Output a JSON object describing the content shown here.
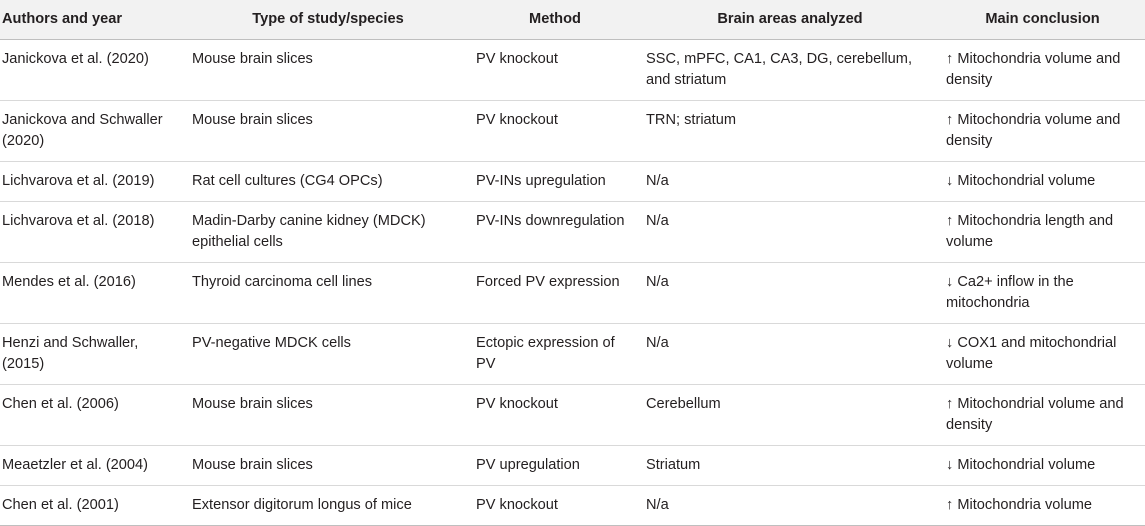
{
  "headers": [
    "Authors and year",
    "Type of study/species",
    "Method",
    "Brain areas analyzed",
    "Main conclusion"
  ],
  "rows": [
    [
      "Janickova et al. (2020)",
      "Mouse brain slices",
      "PV knockout",
      "SSC, mPFC, CA1, CA3, DG, cerebellum, and striatum",
      "↑ Mitochondria volume and density"
    ],
    [
      "Janickova and Schwaller (2020)",
      "Mouse brain slices",
      "PV knockout",
      "TRN; striatum",
      "↑ Mitochondria volume and density"
    ],
    [
      "Lichvarova et al. (2019)",
      "Rat cell cultures (CG4 OPCs)",
      "PV-INs upregulation",
      "N/a",
      "↓ Mitochondrial volume"
    ],
    [
      "Lichvarova et al. (2018)",
      "Madin-Darby canine kidney (MDCK) epithelial cells",
      "PV-INs downregulation",
      "N/a",
      "↑ Mitochondria length and volume"
    ],
    [
      "Mendes et al. (2016)",
      "Thyroid carcinoma cell lines",
      "Forced PV expression",
      "N/a",
      "↓ Ca2+ inflow in the mitochondria"
    ],
    [
      "Henzi and Schwaller, (2015)",
      "PV-negative MDCK cells",
      "Ectopic expression of PV",
      "N/a",
      "↓ COX1 and mitochondrial volume"
    ],
    [
      "Chen et al. (2006)",
      "Mouse brain slices",
      "PV knockout",
      "Cerebellum",
      "↑ Mitochondrial volume and density"
    ],
    [
      "Meaetzler et al. (2004)",
      "Mouse brain slices",
      "PV upregulation",
      "Striatum",
      "↓ Mitochondrial volume"
    ],
    [
      "Chen et al. (2001)",
      "Extensor digitorum longus of mice",
      "PV knockout",
      "N/a",
      "↑ Mitochondria volume"
    ]
  ]
}
